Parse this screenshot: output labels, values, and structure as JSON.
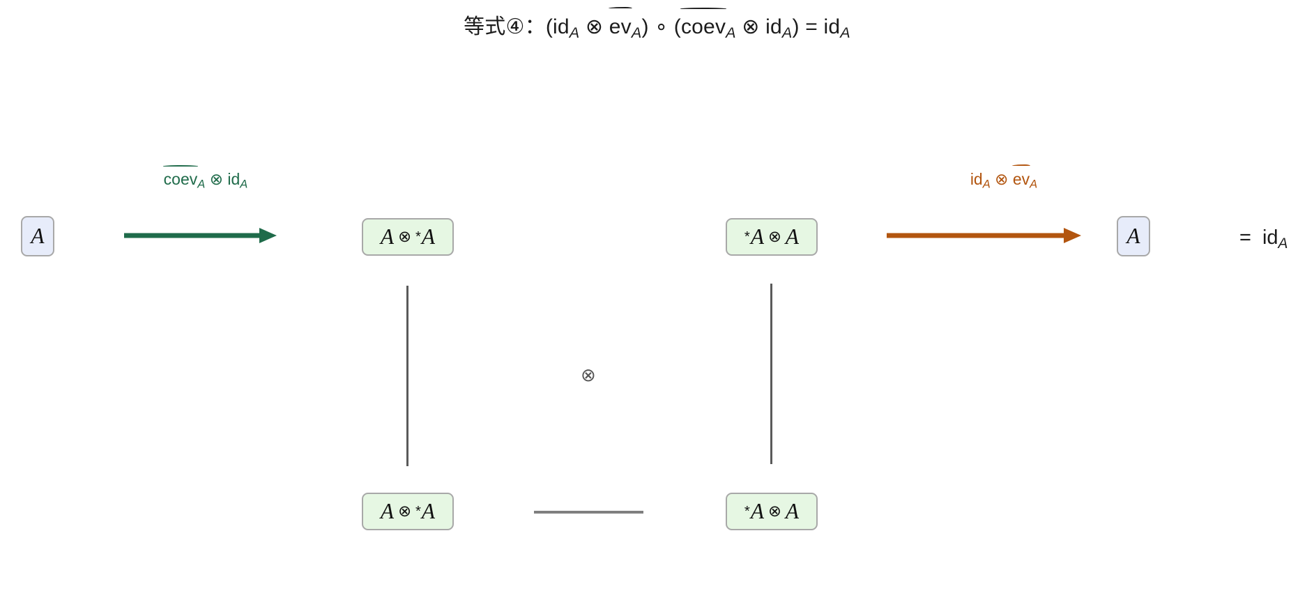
{
  "title": {
    "prefix": "等式",
    "circled_number": "④",
    "colon": "：",
    "expr_open": "(id",
    "expr_sub_1": "A",
    "tensor_1": " ⊗ ",
    "ev_tilde": "ev",
    "expr_sub_2": "A",
    "expr_close_1": ")",
    "compose": " ∘ ",
    "expr_open_2": "(",
    "coev_hat": "coev",
    "expr_sub_3": "A",
    "tensor_2": " ⊗ ",
    "id_2": "id",
    "expr_sub_4": "A",
    "expr_close_2": ")",
    "equals": " = ",
    "id_3": "id",
    "expr_sub_5": "A",
    "full_text": "等式④：(id_A ⊗ ẽv_A) ∘ (coev̂_A ⊗ id_A) = id_A"
  },
  "objects": {
    "source_A": {
      "label": "A",
      "fill": "#e7ecfa"
    },
    "target_A": {
      "label": "A",
      "fill": "#e7ecfa"
    },
    "top_left_green": {
      "pre": "",
      "left": "A",
      "tensor": "⊗",
      "right_pre": "*",
      "right": "A",
      "fill": "#e6f7e3"
    },
    "top_right_green": {
      "pre": "*",
      "left": "A",
      "tensor": "⊗",
      "right_pre": "",
      "right": "A",
      "fill": "#e6f7e3"
    },
    "bottom_left_green": {
      "pre": "",
      "left": "A",
      "tensor": "⊗",
      "right_pre": "*",
      "right": "A",
      "fill": "#e6f7e3"
    },
    "bottom_right_green": {
      "pre": "*",
      "left": "A",
      "tensor": "⊗",
      "right_pre": "",
      "right": "A",
      "fill": "#e6f7e3"
    }
  },
  "arrows": {
    "left": {
      "color": "#1f6b4a",
      "label_coev": "coev",
      "label_sub_1": "A",
      "label_tensor": " ⊗ ",
      "label_id": "id",
      "label_sub_2": "A",
      "label_text": "coev̂_A ⊗ id_A"
    },
    "right": {
      "color": "#b2550f",
      "label_id": "id",
      "label_sub_1": "A",
      "label_tensor": " ⊗ ",
      "label_ev": "ev",
      "label_sub_2": "A",
      "label_text": "id_A ⊗ ẽv_A"
    }
  },
  "center_tensor": {
    "glyph": "⊗",
    "color": "#555555"
  },
  "connectors": {
    "vertical_color": "#5a5a5a",
    "horizontal_color": "#7f7f7f"
  },
  "tail_equation": {
    "equals": "=",
    "id": "id",
    "sub": "A",
    "text": "= id_A"
  }
}
